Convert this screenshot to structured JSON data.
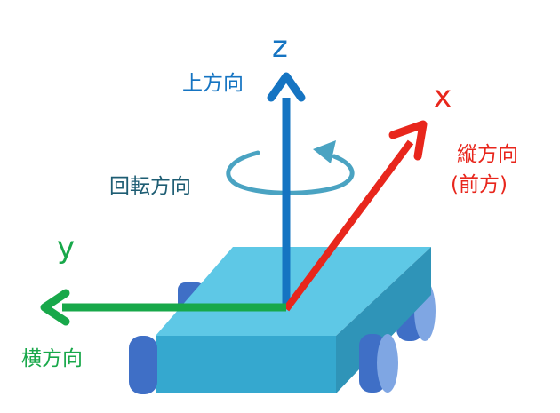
{
  "axes": {
    "z": {
      "letter": "z",
      "label": "上方向",
      "color": "#1574c2"
    },
    "x": {
      "letter": "x",
      "label": "縦方向",
      "sublabel": "(前方)",
      "color": "#e8261c"
    },
    "y": {
      "letter": "y",
      "label": "横方向",
      "color": "#18a84a"
    }
  },
  "rotation": {
    "label": "回転方向",
    "color": "#4aa3c2",
    "text_color": "#1e5d73"
  },
  "vehicle": {
    "body_top_color": "#5ec8e6",
    "body_front_color": "#35a8cf",
    "body_side_color": "#2f94b8",
    "wheel_color": "#3f6fc6",
    "wheel_face_color": "#7fa6e3"
  }
}
